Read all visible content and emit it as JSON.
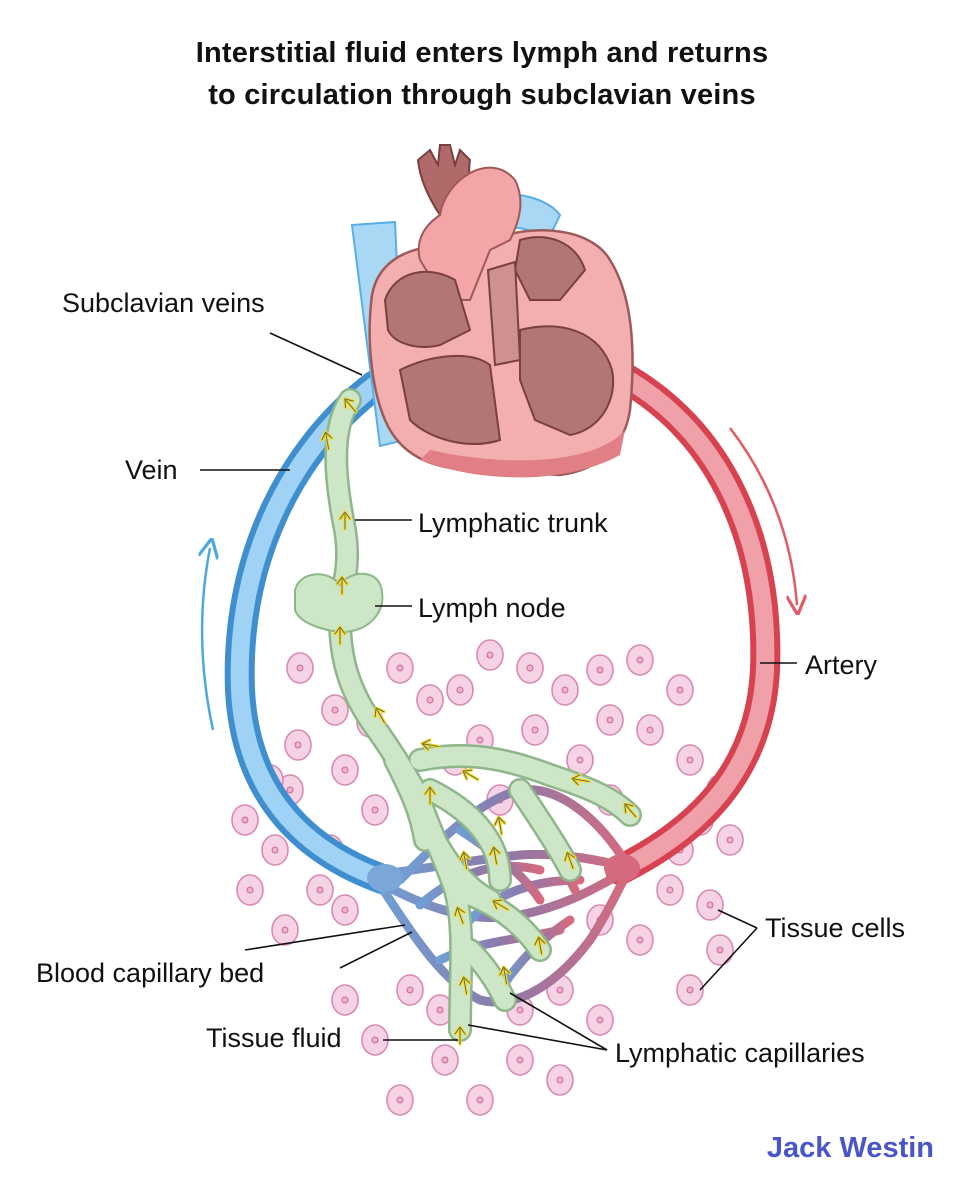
{
  "title": {
    "line1": "Interstitial fluid enters lymph and returns",
    "line2": "to circulation through subclavian veins"
  },
  "labels": {
    "subclavian_veins": "Subclavian veins",
    "vein": "Vein",
    "lymphatic_trunk": "Lymphatic trunk",
    "lymph_node": "Lymph node",
    "artery": "Artery",
    "tissue_cells": "Tissue cells",
    "blood_capillary_bed": "Blood capillary bed",
    "tissue_fluid": "Tissue fluid",
    "lymphatic_capillaries": "Lymphatic capillaries"
  },
  "brand": "Jack Westin",
  "colors": {
    "vein": "#5aaee8",
    "artery": "#e25a64",
    "lymph": "#c9e3c4",
    "cell": "#f6d3e4",
    "capillary": "#8e7bab",
    "heart": "#f0a3a3",
    "brand": "#4a55c8"
  }
}
